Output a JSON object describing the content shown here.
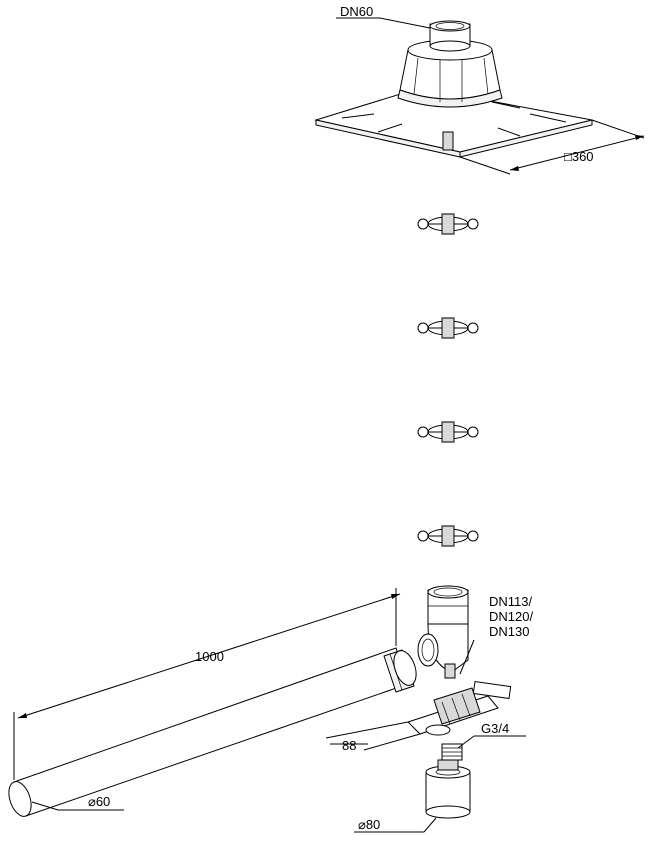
{
  "labels": {
    "top_connection": "DN60",
    "plate_size": "□360",
    "pipe_length": "1000",
    "pipe_diameter": "⌀60",
    "outlet_sizes": [
      "DN113/",
      "DN120/",
      "DN130"
    ],
    "thread": "G3/4",
    "width": "88",
    "base_diameter": "⌀80"
  }
}
